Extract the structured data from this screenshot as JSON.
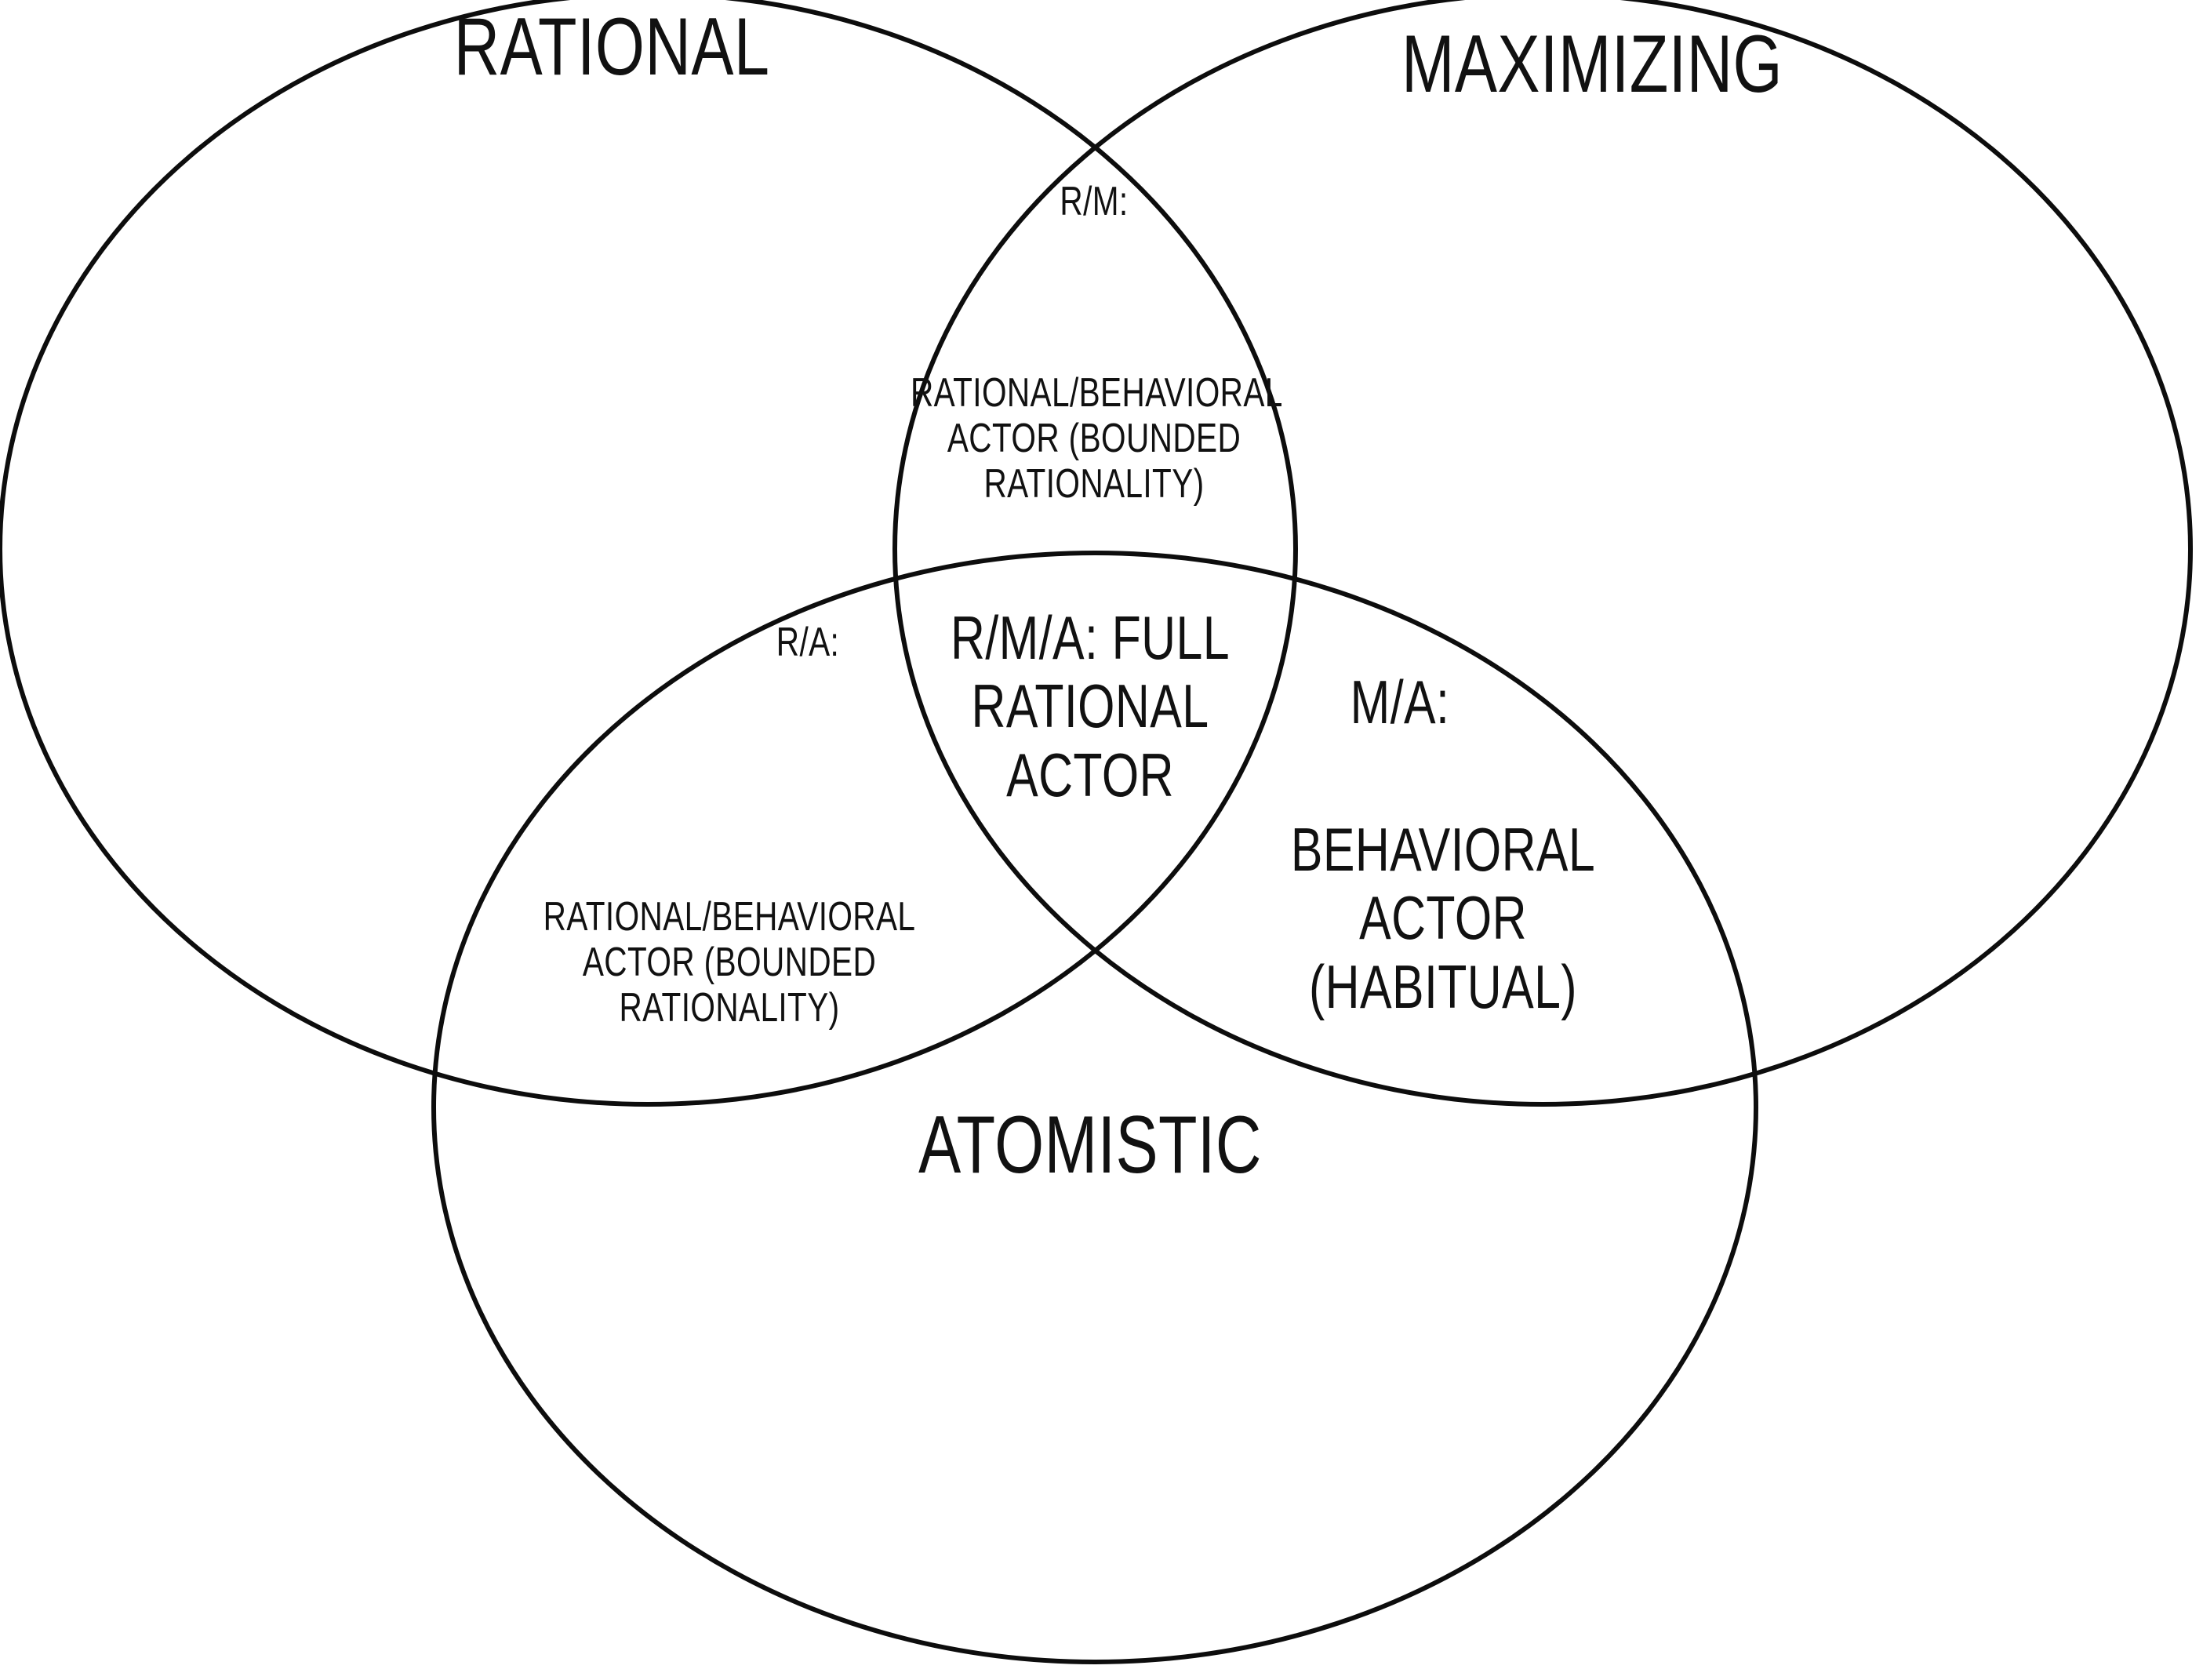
{
  "diagram": {
    "type": "venn-3-set",
    "background_color": "#ffffff",
    "stroke_color": "#0d0d0d",
    "text_color": "#111111",
    "sets": [
      {
        "id": "rational",
        "title": "RATIONAL",
        "abbr": "R"
      },
      {
        "id": "maximizing",
        "title": "MAXIMIZING",
        "abbr": "M"
      },
      {
        "id": "atomistic",
        "title": "ATOMISTIC",
        "abbr": "A"
      }
    ],
    "regions": [
      {
        "id": "rm",
        "key": "R/M:",
        "body": "RATIONAL/BEHAVIORAL ACTOR (BOUNDED RATIONALITY)",
        "sets": [
          "rational",
          "maximizing"
        ]
      },
      {
        "id": "ra",
        "key": "R/A:",
        "body": "RATIONAL/BEHAVIORAL ACTOR (BOUNDED RATIONALITY)",
        "sets": [
          "rational",
          "atomistic"
        ]
      },
      {
        "id": "ma",
        "key": "M/A:",
        "body": "BEHAVIORAL ACTOR (HABITUAL)",
        "sets": [
          "maximizing",
          "atomistic"
        ]
      },
      {
        "id": "rma",
        "key": "R/M/A:",
        "body": "R/M/A: FULL RATIONAL ACTOR",
        "sets": [
          "rational",
          "maximizing",
          "atomistic"
        ]
      }
    ]
  }
}
